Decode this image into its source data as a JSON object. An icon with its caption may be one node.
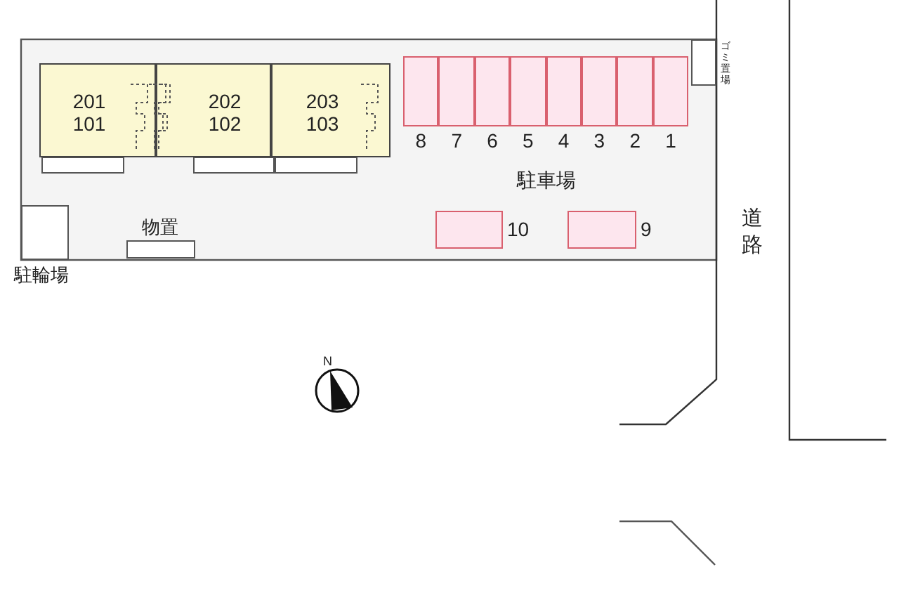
{
  "diagram": {
    "nodes": [
      {
        "text": [
          "201",
          "101"
        ]
      },
      {
        "text": [
          "202",
          "102"
        ]
      },
      {
        "text": [
          "203",
          "103"
        ]
      },
      {
        "text": [],
        "shape": "box",
        "beside": [
          "8"
        ]
      },
      {
        "text": [],
        "shape": "box",
        "beside": [
          "7"
        ]
      },
      {
        "text": [],
        "shape": "box",
        "beside": [
          "6"
        ]
      },
      {
        "text": [],
        "shape": "box",
        "beside": [
          "5"
        ]
      },
      {
        "text": [],
        "shape": "box",
        "beside": [
          "4"
        ]
      },
      {
        "text": [],
        "shape": "box",
        "beside": [
          "3"
        ]
      },
      {
        "text": [],
        "shape": "box",
        "beside": [
          "2"
        ]
      },
      {
        "text": [],
        "shape": "box",
        "beside": [
          "1"
        ]
      },
      {
        "text": [],
        "shape": "box",
        "beside": [
          "ゴミ置場"
        ]
      },
      {
        "text": [],
        "shape": "box",
        "beside": [
          "駐輪場"
        ]
      },
      {
        "text": [],
        "shape": "box",
        "beside": [
          "物置"
        ]
      },
      {
        "text": [],
        "shape": "box",
        "beside": [
          "10"
        ]
      },
      {
        "text": [],
        "shape": "box",
        "beside": [
          "9"
        ]
      }
    ],
    "edges": [],
    "labels": [
      "駐車場",
      "道路",
      "N"
    ]
  }
}
